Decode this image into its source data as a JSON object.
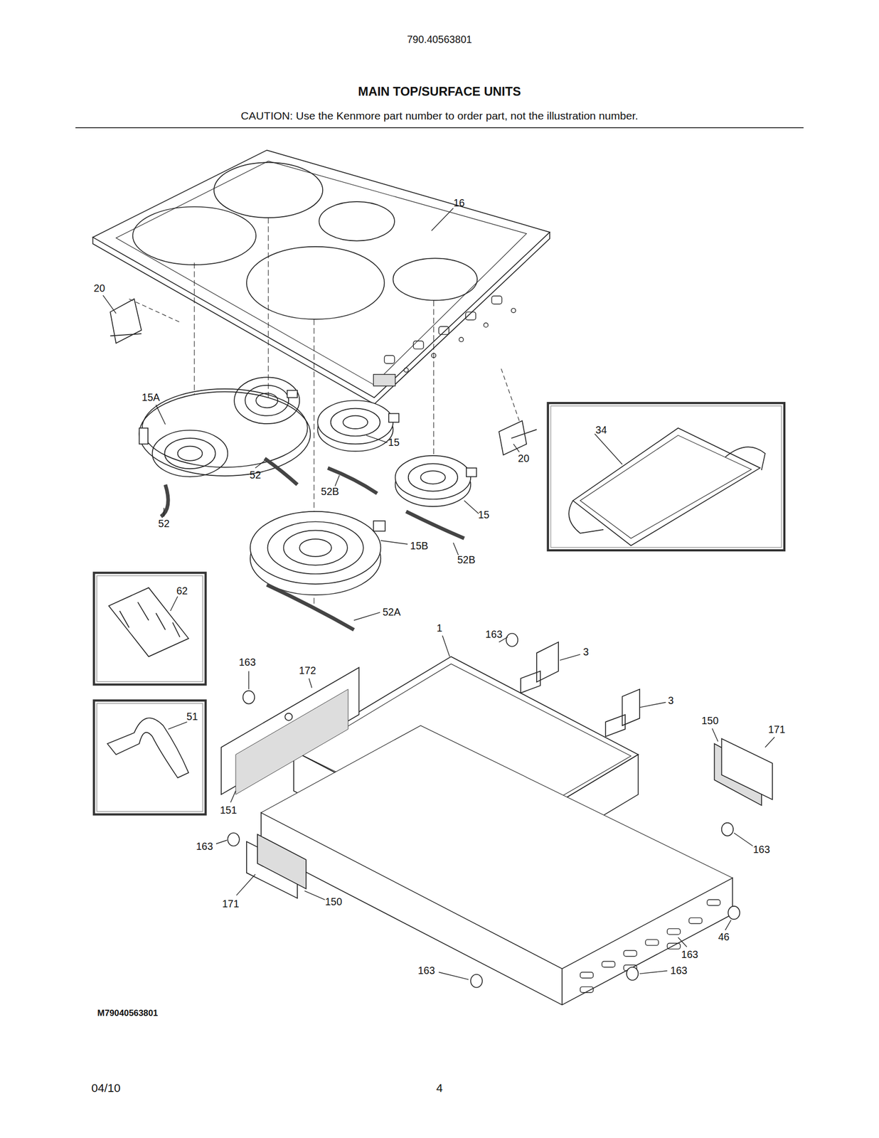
{
  "diagram": {
    "title": "MAIN TOP/SURFACE UNITS",
    "nodes": [
      {
        "text": [
          "34"
        ]
      },
      {
        "text": [
          "62"
        ]
      },
      {
        "text": [
          "51"
        ]
      }
    ],
    "labels": [
      "790.40563801",
      "CAUTION: Use the Kenmore part number to order part, not the illustration number.",
      "16",
      "20",
      "15A",
      "15",
      "20",
      "52",
      "52B",
      "15",
      "52",
      "15B",
      "52B",
      "52A",
      "1",
      "163",
      "3",
      "163",
      "172",
      "3",
      "150",
      "171",
      "151",
      "163",
      "163",
      "171",
      "150",
      "163",
      "46",
      "163",
      "163",
      "M79040563801",
      "04/10",
      "4"
    ]
  }
}
